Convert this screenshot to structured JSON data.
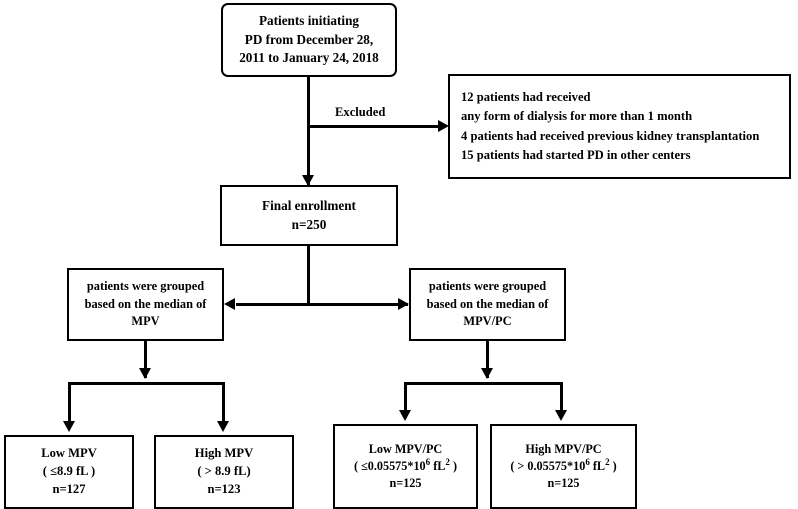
{
  "diagram": {
    "title": "Patient enrollment and grouping flowchart",
    "line_color": "#000000",
    "background": "#ffffff"
  },
  "nodes": {
    "top": {
      "name": "patients-initiating-pd",
      "line1": "Patients initiating",
      "line2": "PD from December 28,",
      "line3": "2011 to January 24, 2018"
    },
    "excluded": {
      "name": "exclusion-criteria",
      "line1": "12 patients had received",
      "line2": "any form of dialysis for more than 1 month",
      "line3": "4 patients had received previous kidney transplantation",
      "line4": "15 patients had started PD in other centers"
    },
    "final": {
      "name": "final-enrollment",
      "line1": "Final enrollment",
      "line2": "n=250"
    },
    "group_mpv": {
      "name": "grouped-by-mpv",
      "line1": "patients were grouped",
      "line2": "based on the median of",
      "line3": "MPV"
    },
    "group_mpvpc": {
      "name": "grouped-by-mpv-pc",
      "line1": "patients were grouped",
      "line2": "based on the median of",
      "line3": "MPV/PC"
    },
    "low_mpv": {
      "name": "low-mpv-group",
      "line1": "Low MPV",
      "line2": "( ≤8.9 fL )",
      "line3": "n=127"
    },
    "high_mpv": {
      "name": "high-mpv-group",
      "line1": "High MPV",
      "line2": "( > 8.9 fL)",
      "line3": "n=123"
    },
    "low_ratio": {
      "name": "low-mpv-pc-group",
      "line1": "Low MPV/PC",
      "line2_pre": "( ≤0.05575*10",
      "line2_sup1": "6",
      "line2_mid": " fL",
      "line2_sup2": "2",
      "line2_post": " )",
      "line3": "n=125"
    },
    "high_ratio": {
      "name": "high-mpv-pc-group",
      "line1": "High MPV/PC",
      "line2_pre": "( > 0.05575*10",
      "line2_sup1": "6",
      "line2_mid": " fL",
      "line2_sup2": "2",
      "line2_post": " )",
      "line3": "n=125"
    }
  },
  "edges": {
    "excluded_label": "Excluded"
  }
}
